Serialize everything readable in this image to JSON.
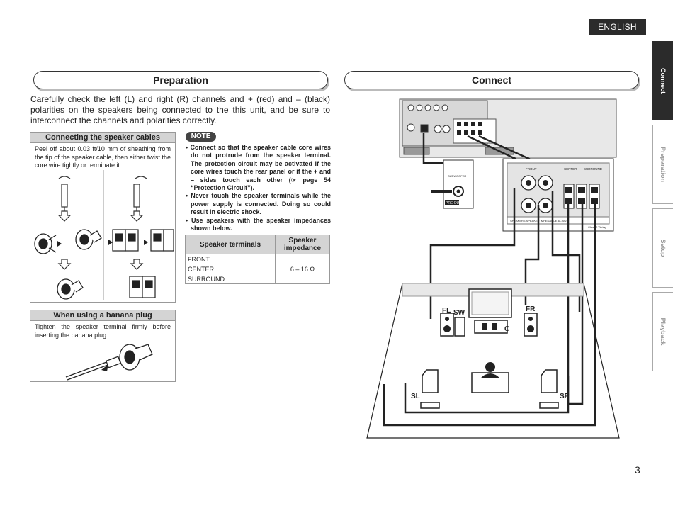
{
  "language_badge": "ENGLISH",
  "left_section": {
    "title": "Preparation"
  },
  "right_section": {
    "title": "Connect"
  },
  "intro_text": "Carefully check the left (L) and right (R) channels and + (red) and – (black) polarities on the speakers being connected to the this unit, and be sure to interconnect the channels and polarities correctly.",
  "speaker_cables": {
    "heading": "Connecting the speaker cables",
    "text": "Peel off about 0.03 ft/10 mm of sheathing from the tip of the speaker cable, then either twist the core wire tightly or terminate it."
  },
  "banana_plug": {
    "heading": "When using a banana plug",
    "text": "Tighten the speaker terminal firmly before inserting the banana plug."
  },
  "note": {
    "badge": "NOTE",
    "items": [
      "Connect so that the speaker cable core wires do not protrude from the speaker terminal. The protection circuit may be activated if the core wires touch the rear panel or if the + and – sides touch each other (☞ page 54 “Protection Circuit”).",
      "Never touch the speaker terminals while the power supply is connected. Doing so could result in electric shock.",
      "Use speakers with the speaker impedances shown below."
    ]
  },
  "impedance_table": {
    "headers": [
      "Speaker terminals",
      "Speaker impedance"
    ],
    "rows": [
      "FRONT",
      "CENTER",
      "SURROUND"
    ],
    "value": "6 – 16 Ω"
  },
  "diagram": {
    "panel_labels": {
      "subwoofer": "SUBWOOFER",
      "pre_out": "PRE OUT",
      "front": "FRONT",
      "center": "CENTER",
      "surround": "SURROUND",
      "bottom_strip": "SPEAKERS  SPEAKER IMPEDANCE 6–16Ω",
      "class2": "Class 2 Wiring"
    },
    "speakers": {
      "fl": "FL",
      "sw": "SW",
      "fr": "FR",
      "c": "C",
      "sl": "SL",
      "sr": "SR"
    }
  },
  "side_tabs": [
    "Connect",
    "Preparation",
    "Setup",
    "Playback"
  ],
  "page_number": "3"
}
